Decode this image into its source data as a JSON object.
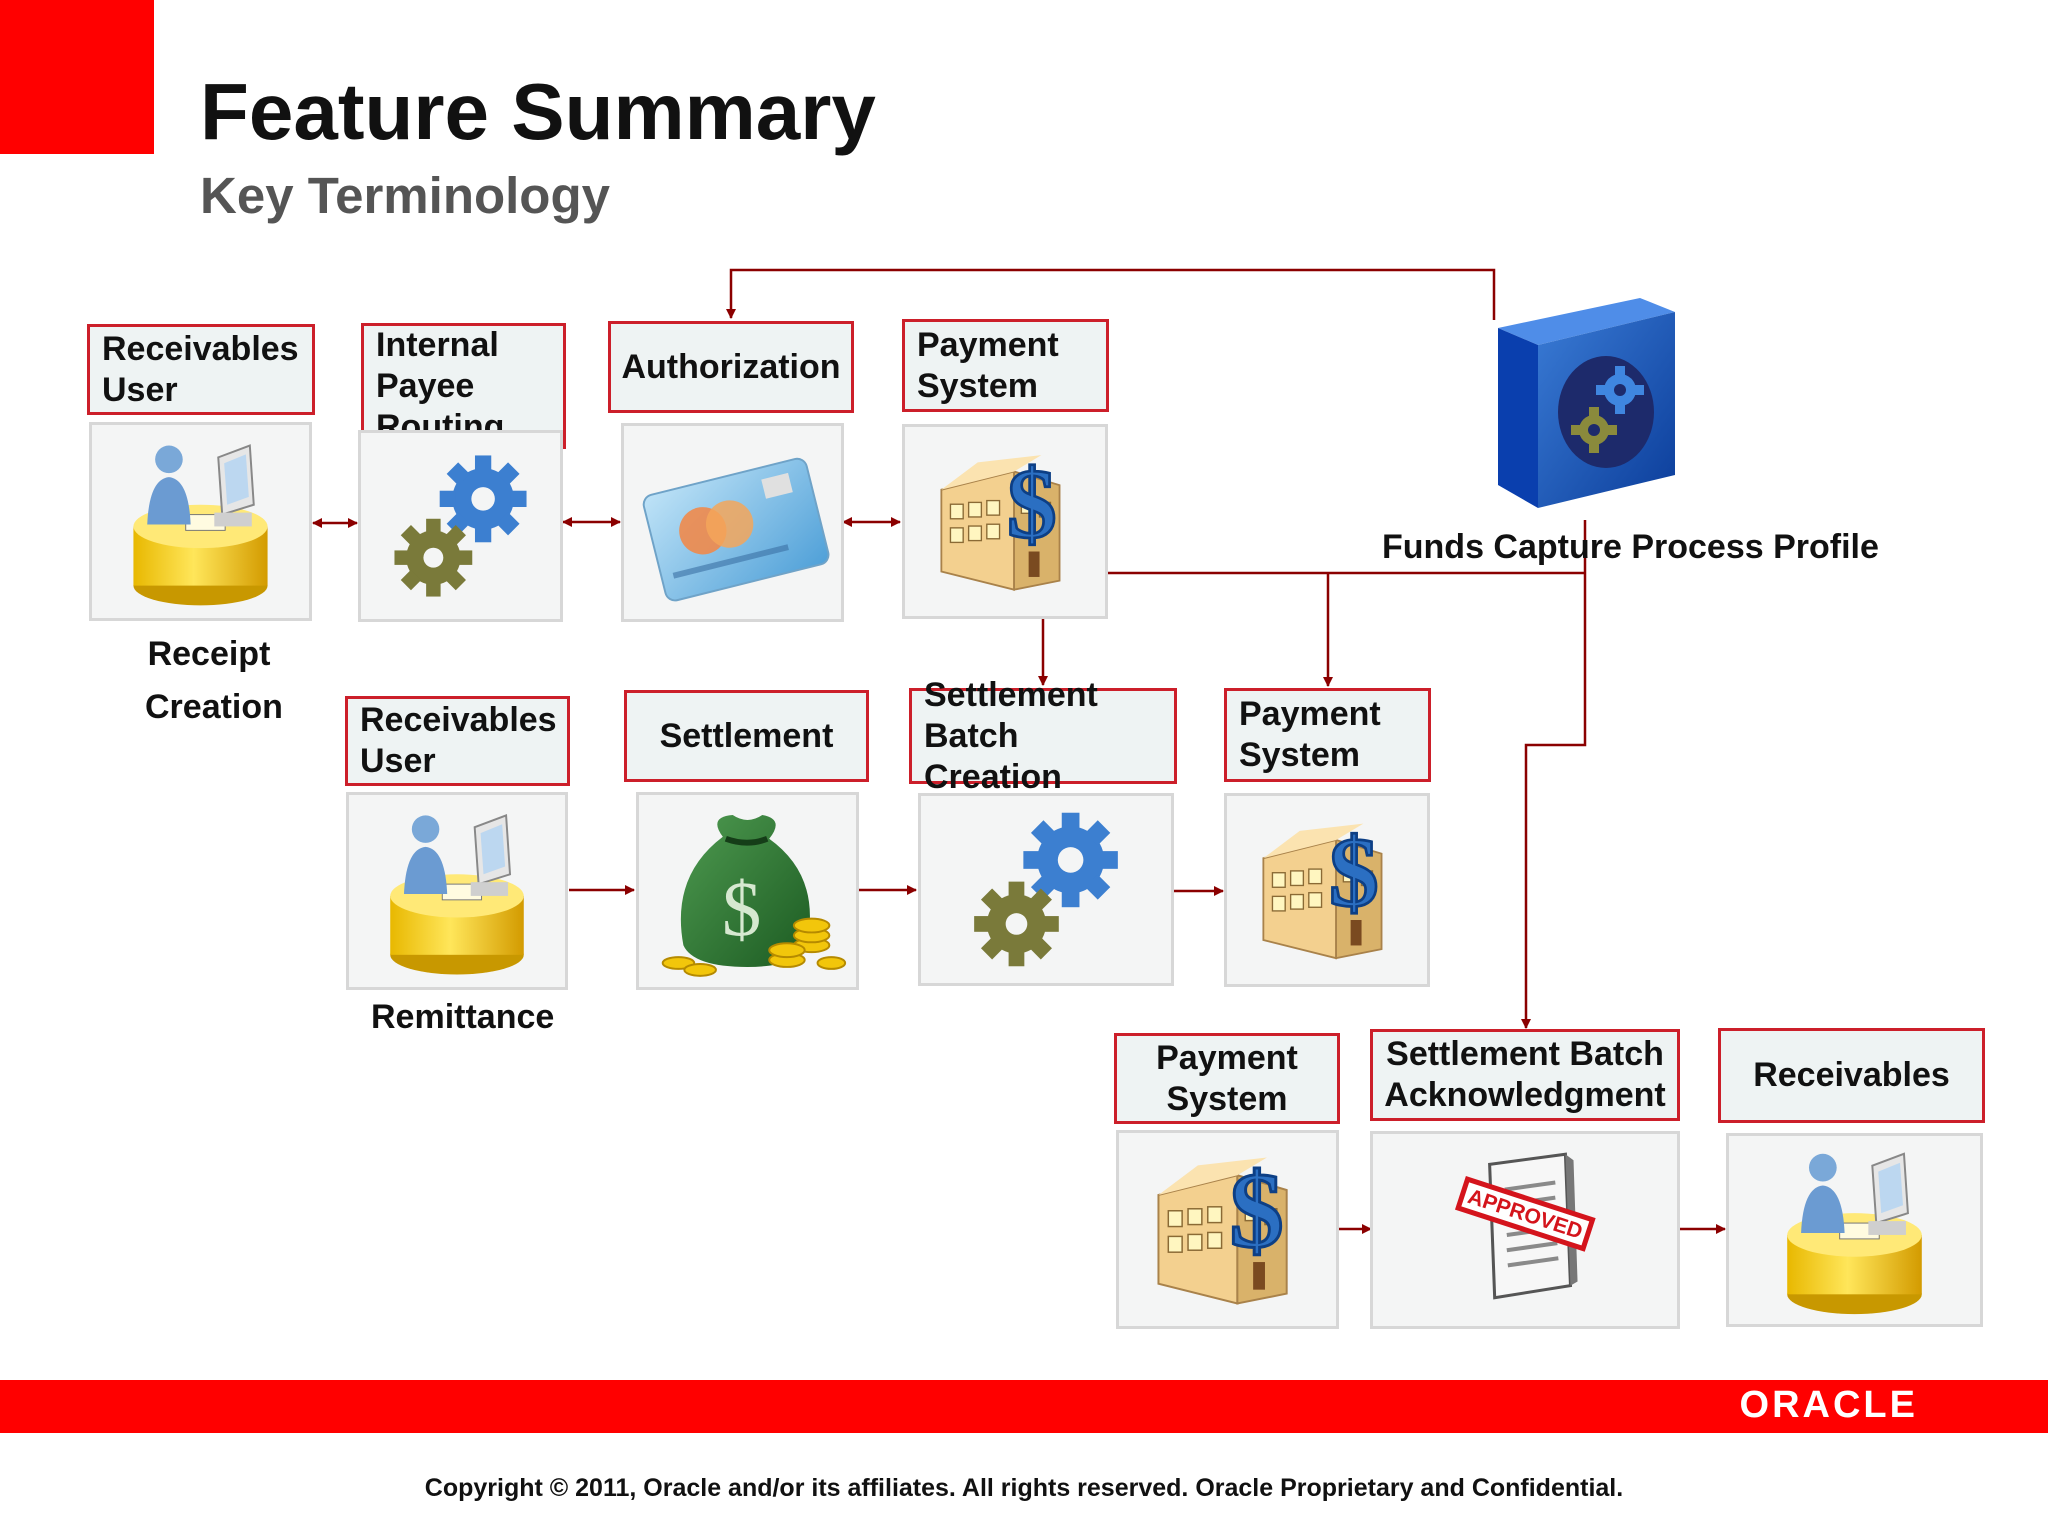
{
  "title": "Feature Summary",
  "subtitle": "Key Terminology",
  "colors": {
    "accent_red": "#ff0000",
    "box_border": "#cc1f2a",
    "arrow": "#8b0000"
  },
  "row1": {
    "receivables_user": "Receivables User",
    "internal_payee_routing": "Internal Payee Routing",
    "authorization": "Authorization",
    "payment_system": "Payment System",
    "caption": "Receipt Creation",
    "icons": [
      "user-at-desk-icon",
      "gears-icon",
      "credit-card-icon",
      "bank-building-icon"
    ]
  },
  "profile": {
    "label": "Funds Capture Process Profile",
    "icon": "process-profile-box-icon"
  },
  "row2": {
    "receivables_user": "Receivables User",
    "settlement": "Settlement",
    "settlement_batch_creation": "Settlement Batch Creation",
    "payment_system": "Payment System",
    "caption": "Remittance",
    "icons": [
      "user-at-desk-icon",
      "money-bag-icon",
      "gears-icon",
      "bank-building-icon"
    ]
  },
  "row3": {
    "payment_system": "Payment System",
    "settlement_batch_ack": "Settlement Batch Acknowledgment",
    "receivables": "Receivables",
    "icons": [
      "bank-building-icon",
      "approved-document-icon",
      "user-at-desk-icon"
    ]
  },
  "approved_stamp": "APPROVED",
  "footer": {
    "logo": "ORACLE",
    "copyright": "Copyright © 2011, Oracle and/or its affiliates. All rights reserved. Oracle Proprietary and Confidential."
  }
}
